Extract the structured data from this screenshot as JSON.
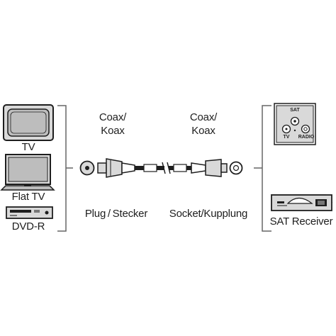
{
  "left_devices": {
    "tv": "TV",
    "flat_tv": "Flat TV",
    "dvd_r": "DVD-R"
  },
  "plug_side": {
    "type_line1": "Coax/",
    "type_line2": "Koax",
    "connector": "Plug / Stecker"
  },
  "socket_side": {
    "type_line1": "Coax/",
    "type_line2": "Koax",
    "connector": "Socket/Kupplung"
  },
  "right_devices": {
    "wall_socket_sat": "SAT",
    "wall_socket_tv": "TV",
    "wall_socket_radio": "RADIO",
    "sat_receiver": "SAT Receiver"
  },
  "colors": {
    "line": "#1e1e1e",
    "device_fill": "#d9d9d9",
    "screen_fill": "#bdbdbd",
    "bracket": "#666666"
  }
}
